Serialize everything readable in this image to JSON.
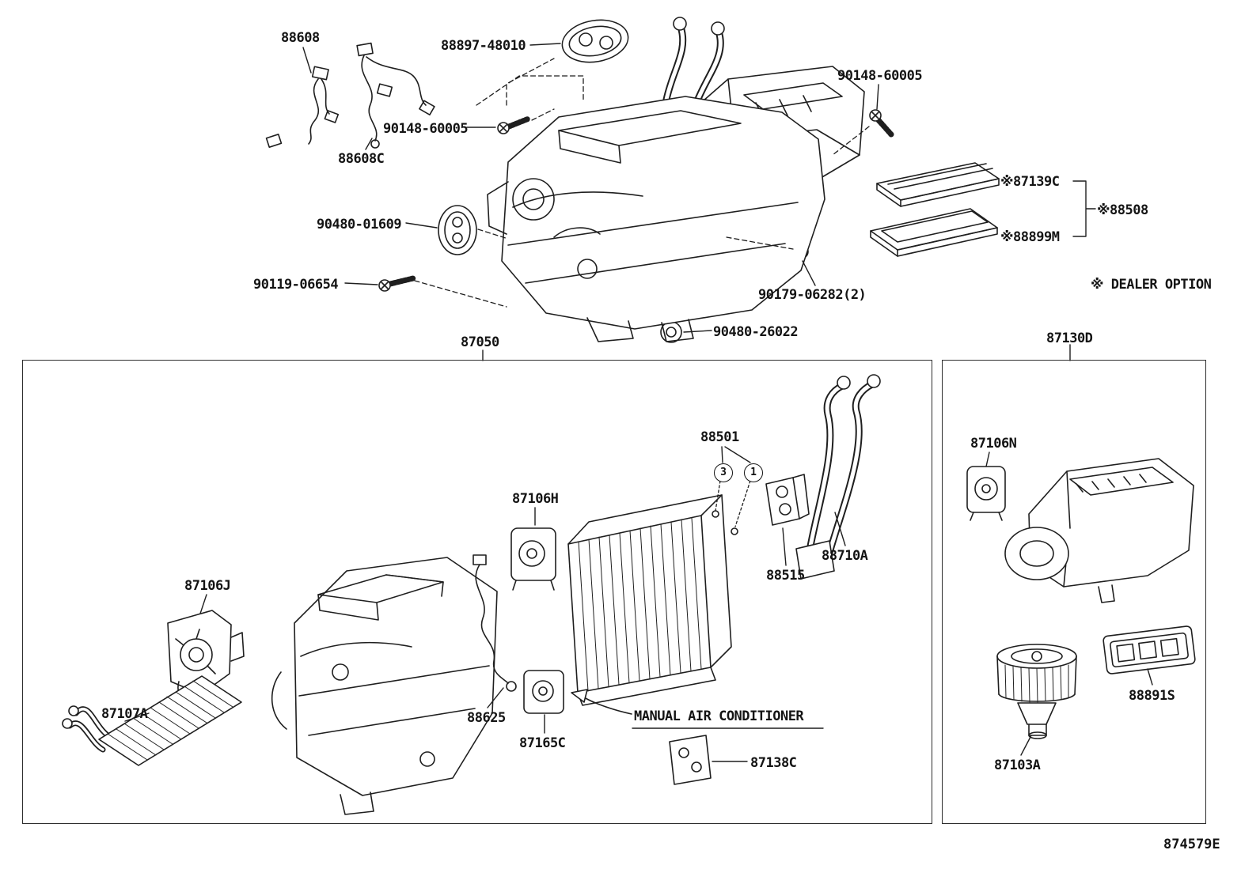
{
  "diagram": {
    "code": "874579E",
    "notes": {
      "dealer_option": "※ DEALER OPTION",
      "manual_ac": "MANUAL AIR CONDITIONER"
    },
    "callouts": [
      "3",
      "1"
    ],
    "labels": {
      "p88608": "88608",
      "p88897_48010": "88897-48010",
      "p90148_60005_right": "90148-60005",
      "p90148_60005_left": "90148-60005",
      "p88608C": "88608C",
      "p87139C": "※87139C",
      "p88508": "※88508",
      "p88899M": "※88899M",
      "p90480_01609": "90480-01609",
      "p90119_06654": "90119-06654",
      "p90179_06282": "90179-06282(2)",
      "p87050": "87050",
      "p90480_26022": "90480-26022",
      "p87130D": "87130D",
      "p88501": "88501",
      "p87106N": "87106N",
      "p87106H": "87106H",
      "p87106J": "87106J",
      "p88710A": "88710A",
      "p88515": "88515",
      "p87107A": "87107A",
      "p88625": "88625",
      "p87165C": "87165C",
      "p87138C": "87138C",
      "p88891S": "88891S",
      "p87103A": "87103A"
    }
  }
}
